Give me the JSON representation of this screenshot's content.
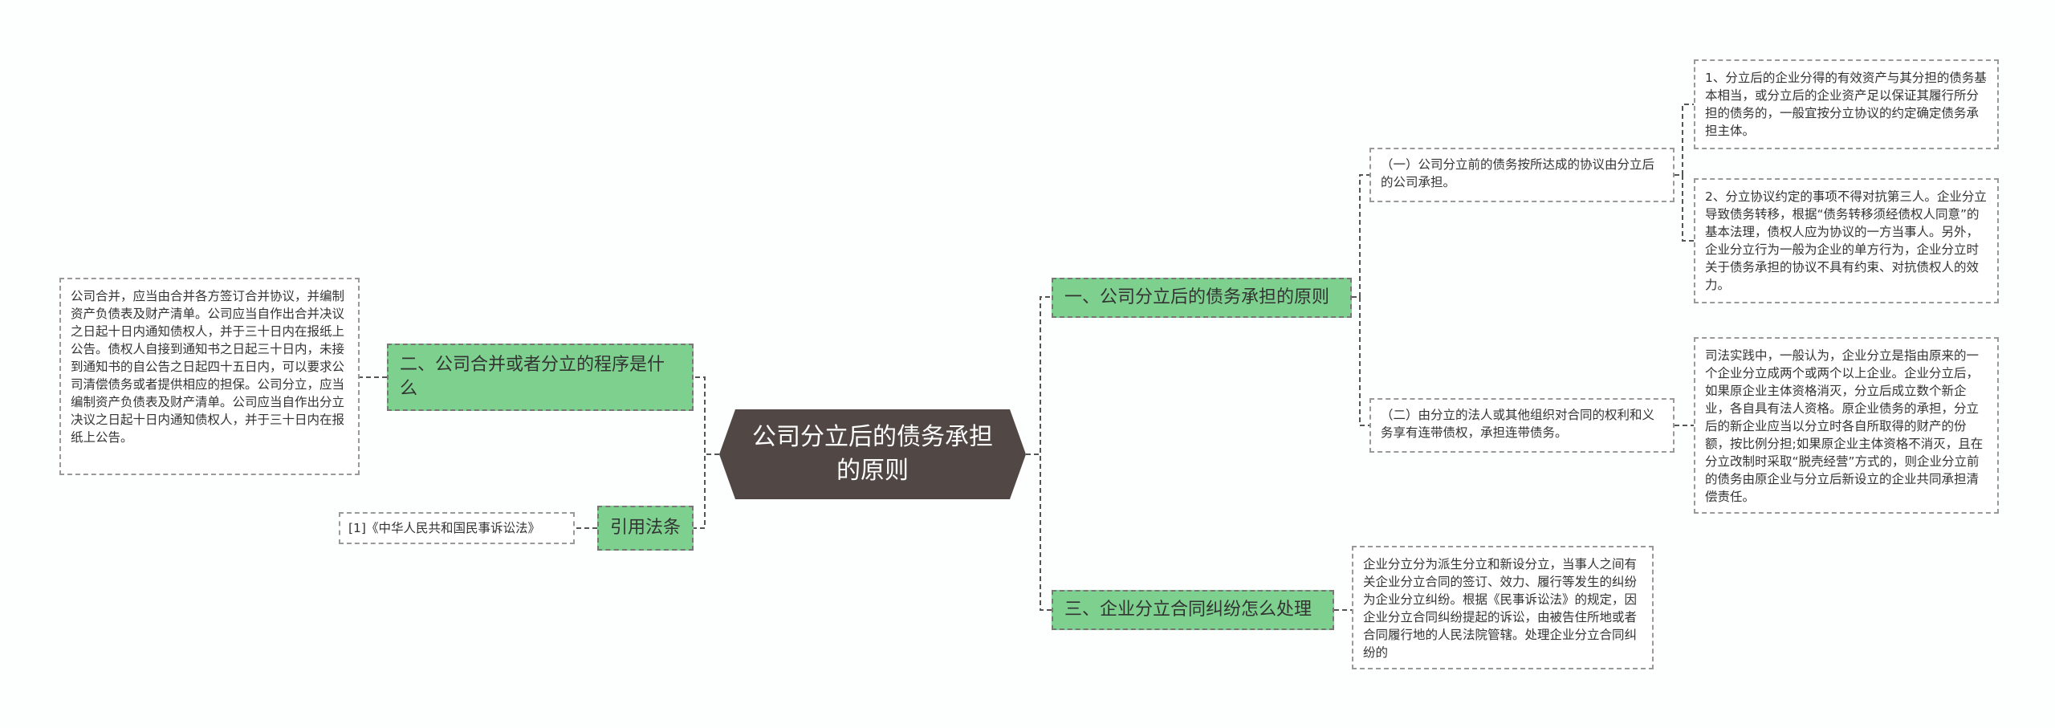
{
  "root": {
    "label": "公司分立后的债务承担的原则"
  },
  "branches": {
    "principles": {
      "label": "一、公司分立后的债务承担的原则",
      "sub1": {
        "label": "（一）公司分立前的债务按所达成的协议由分立后的公司承担。",
        "detail1": "1、分立后的企业分得的有效资产与其分担的债务基本相当，或分立后的企业资产足以保证其履行所分担的债务的，一般宜按分立协议的约定确定债务承担主体。",
        "detail2": "2、分立协议约定的事项不得对抗第三人。企业分立导致债务转移，根据“债务转移须经债权人同意”的基本法理，债权人应为协议的一方当事人。另外，企业分立行为一般为企业的单方行为，企业分立时关于债务承担的协议不具有约束、对抗债权人的效力。"
      },
      "sub2": {
        "label": "（二）由分立的法人或其他组织对合同的权利和义务享有连带债权，承担连带债务。",
        "detail": "司法实践中，一般认为，企业分立是指由原来的一个企业分立成两个或两个以上企业。企业分立后，如果原企业主体资格消灭，分立后成立数个新企业，各自具有法人资格。原企业债务的承担，分立后的新企业应当以分立时各自所取得的财产的份额，按比例分担;如果原企业主体资格不消灭，且在分立改制时采取“脱壳经营”方式的，则企业分立前的债务由原企业与分立后新设立的企业共同承担清偿责任。"
      }
    },
    "disputes": {
      "label": "三、企业分立合同纠纷怎么处理",
      "detail": "企业分立分为派生分立和新设分立，当事人之间有关企业分立合同的签订、效力、履行等发生的纠纷为企业分立纠纷。根据《民事诉讼法》的规定，因企业分立合同纠纷提起的诉讼，由被告住所地或者合同履行地的人民法院管辖。处理企业分立合同纠纷的"
    },
    "procedure": {
      "label": "二、公司合并或者分立的程序是什么",
      "detail": "公司合并，应当由合并各方签订合并协议，并编制资产负债表及财产清单。公司应当自作出合并决议之日起十日内通知债权人，并于三十日内在报纸上公告。债权人自接到通知书之日起三十日内，未接到通知书的自公告之日起四十五日内，可以要求公司清偿债务或者提供相应的担保。公司分立，应当编制资产负债表及财产清单。公司应当自作出分立决议之日起十日内通知债权人，并于三十日内在报纸上公告。"
    },
    "laws": {
      "label": "引用法条",
      "citation": "[1]《中华人民共和国民事诉讼法》"
    }
  },
  "colors": {
    "root": "#514845",
    "topic": "#7dd08e",
    "line": "#555555",
    "border": "#999999"
  }
}
